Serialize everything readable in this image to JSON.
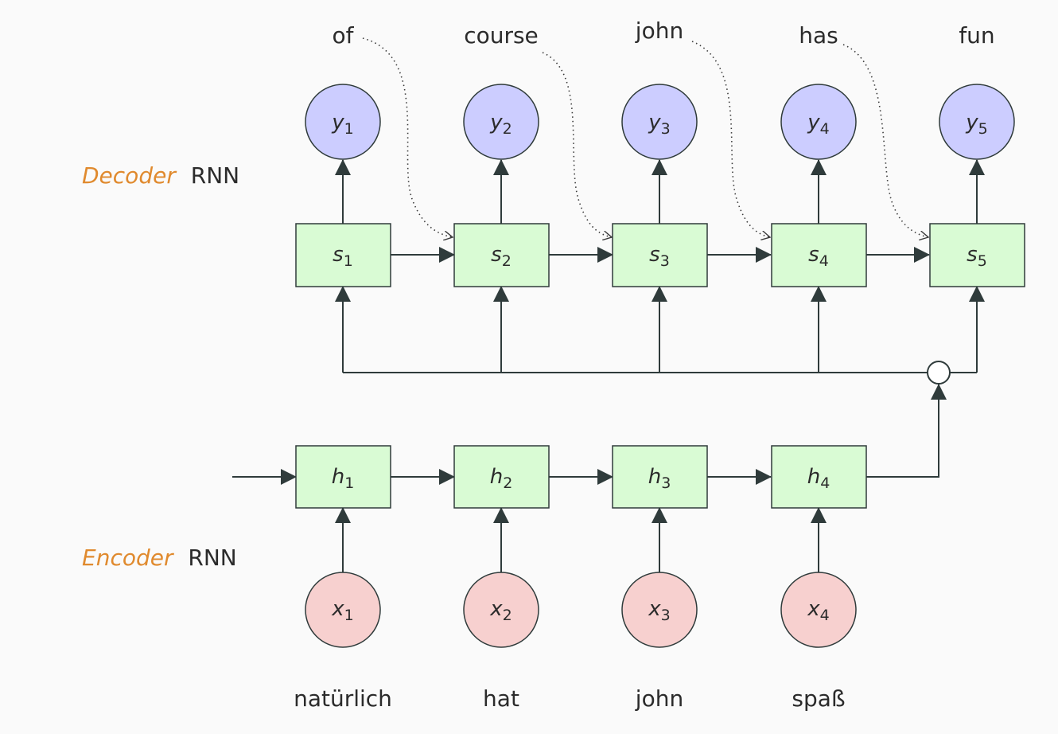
{
  "colors": {
    "box_fill": "#d9fbd4",
    "box_stroke": "#2f3b3b",
    "output_fill": "#cccdff",
    "input_fill": "#f7d0cf",
    "accent": "#e08a2e",
    "wire": "#2f3b3b"
  },
  "roles": {
    "decoder_accent": "Decoder",
    "decoder_rest": "RNN",
    "encoder_accent": "Encoder",
    "encoder_rest": "RNN"
  },
  "output_words": [
    "of",
    "course",
    "john",
    "has",
    "fun"
  ],
  "decoder_outputs": [
    {
      "base": "y",
      "sub": "1"
    },
    {
      "base": "y",
      "sub": "2"
    },
    {
      "base": "y",
      "sub": "3"
    },
    {
      "base": "y",
      "sub": "4"
    },
    {
      "base": "y",
      "sub": "5"
    }
  ],
  "decoder_states": [
    {
      "base": "s",
      "sub": "1"
    },
    {
      "base": "s",
      "sub": "2"
    },
    {
      "base": "s",
      "sub": "3"
    },
    {
      "base": "s",
      "sub": "4"
    },
    {
      "base": "s",
      "sub": "5"
    }
  ],
  "encoder_states": [
    {
      "base": "h",
      "sub": "1"
    },
    {
      "base": "h",
      "sub": "2"
    },
    {
      "base": "h",
      "sub": "3"
    },
    {
      "base": "h",
      "sub": "4"
    }
  ],
  "encoder_inputs": [
    {
      "base": "x",
      "sub": "1"
    },
    {
      "base": "x",
      "sub": "2"
    },
    {
      "base": "x",
      "sub": "3"
    },
    {
      "base": "x",
      "sub": "4"
    }
  ],
  "input_words": [
    "natürlich",
    "hat",
    "john",
    "spaß"
  ]
}
